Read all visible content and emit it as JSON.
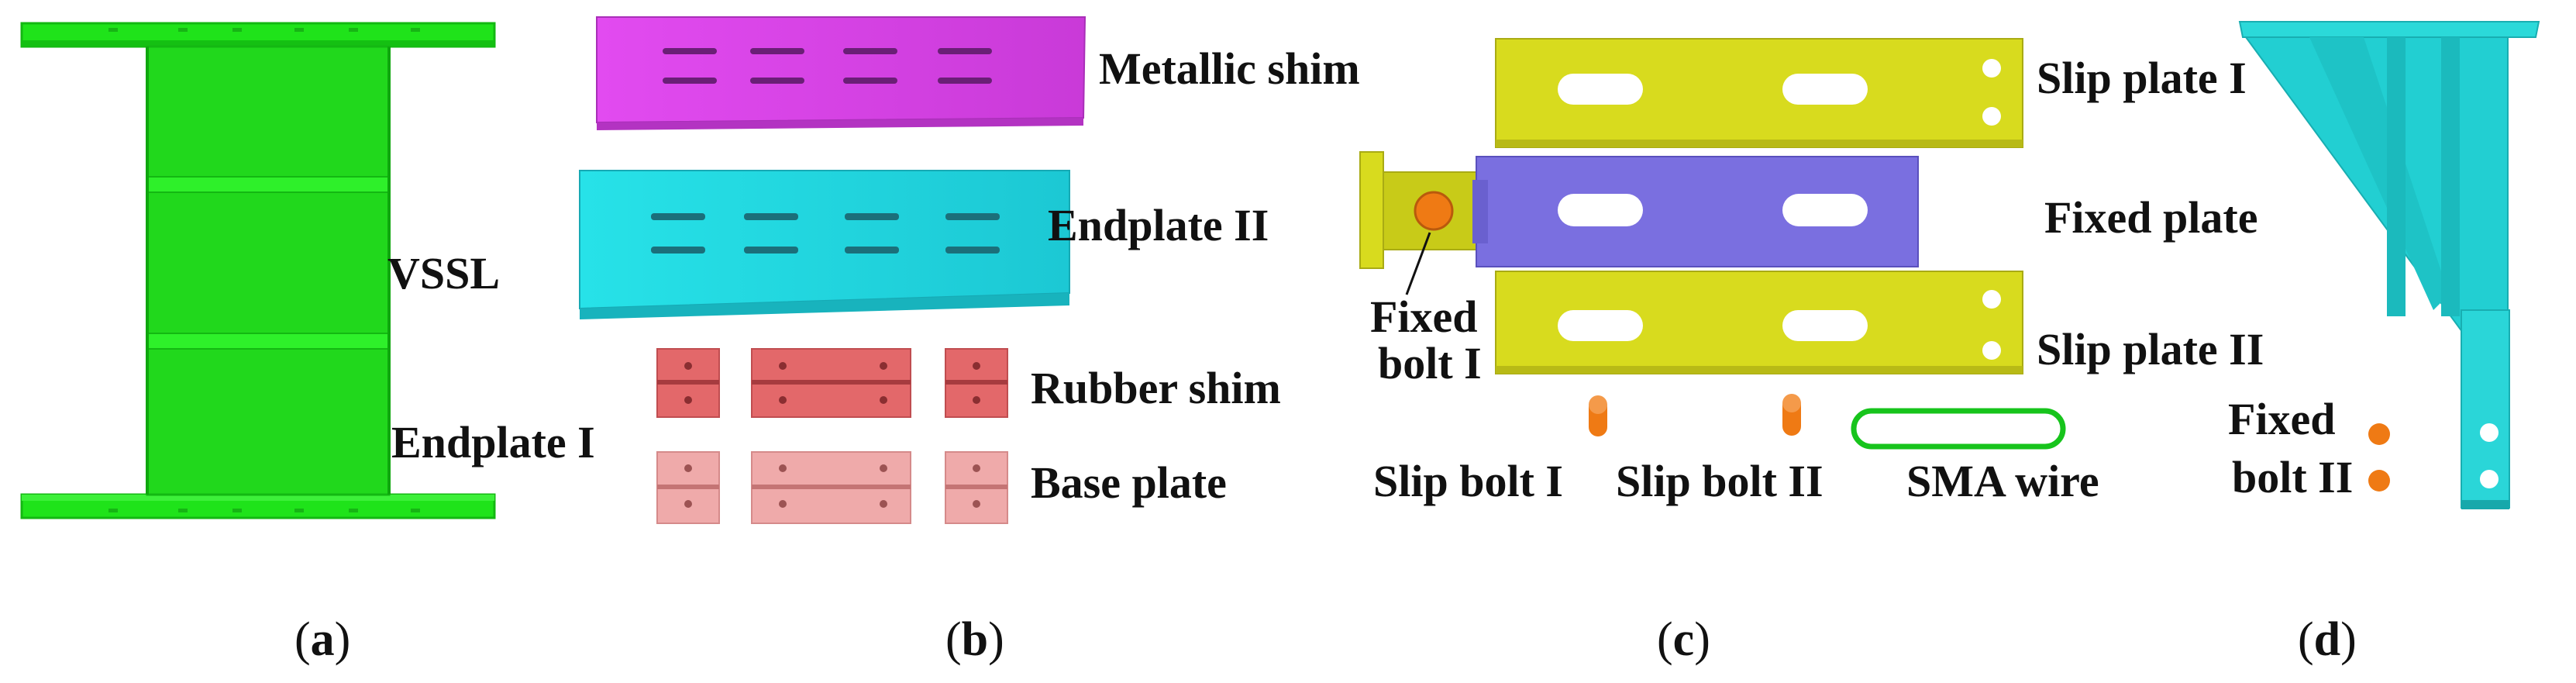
{
  "labels": {
    "a": {
      "vssl": "VSSL",
      "endplate_i": "Endplate I"
    },
    "b": {
      "metallic_shim": "Metallic shim",
      "endplate_ii": "Endplate II",
      "rubber_shim": "Rubber shim",
      "base_plate": "Base plate"
    },
    "c": {
      "slip_plate_i": "Slip plate I",
      "fixed_plate": "Fixed plate",
      "fixed_bolt_i_line1": "Fixed",
      "fixed_bolt_i_line2": "bolt I",
      "slip_plate_ii": "Slip plate II",
      "slip_bolt_i": "Slip bolt I",
      "slip_bolt_ii": "Slip bolt II",
      "sma_wire": "SMA wire"
    },
    "d": {
      "fixed_bolt_ii_line1": "Fixed",
      "fixed_bolt_ii_line2": "bolt II"
    }
  },
  "captions": [
    {
      "open": "(",
      "letter": "a",
      "close": ")"
    },
    {
      "open": "(",
      "letter": "b",
      "close": ")"
    },
    {
      "open": "(",
      "letter": "c",
      "close": ")"
    },
    {
      "open": "(",
      "letter": "d",
      "close": ")"
    }
  ],
  "colors": {
    "green": "#22e31d",
    "magenta": "#dd44ee",
    "cyan": "#22e6e6",
    "rubber": "#e56f70",
    "base": "#efaeae",
    "yellow": "#d9dc1f",
    "purple": "#7a6fe0",
    "orange": "#ef7a14",
    "teal": "#22d6d6",
    "sma": "#17c41c"
  }
}
